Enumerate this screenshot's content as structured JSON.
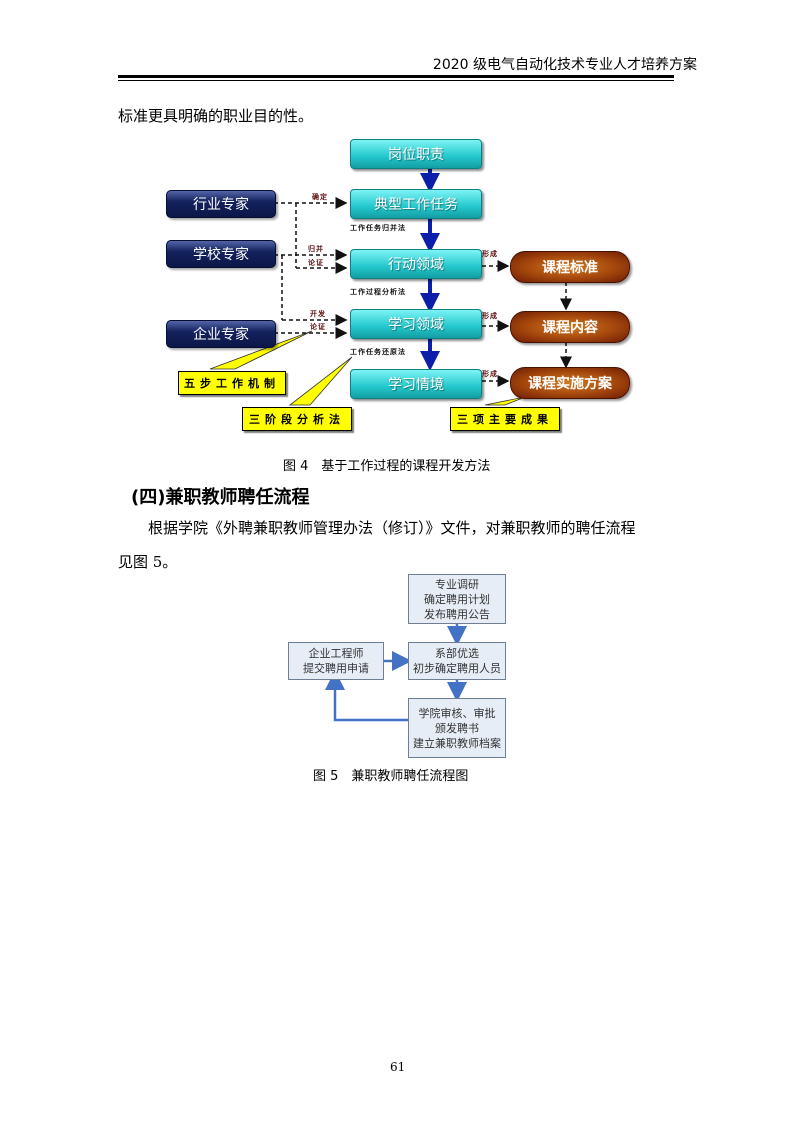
{
  "header": {
    "title": "2020 级电气自动化技术专业人才培养方案"
  },
  "intro_text": "标准更具明确的职业目的性。",
  "figure4": {
    "main_chain": [
      "岗位职责",
      "典型工作任务",
      "行动领域",
      "学习领域",
      "学习情境"
    ],
    "experts": [
      "行业专家",
      "学校专家",
      "企业专家"
    ],
    "outcomes": [
      "课程标准",
      "课程内容",
      "课程实施方案"
    ],
    "method_labels": [
      "工作任务归并法",
      "工作过程分析法",
      "工作任务还原法"
    ],
    "edge_labels": {
      "determine": "确定",
      "merge": "归并",
      "demonstrate1": "论证",
      "develop": "开发",
      "demonstrate2": "论证",
      "form1": "形成",
      "form2": "形成",
      "form3": "形成"
    },
    "callouts": [
      "五步工作机制",
      "三阶段分析法",
      "三项主要成果"
    ],
    "caption": "图 4　基于工作过程的课程开发方法"
  },
  "section": {
    "heading": "(四)兼职教师聘任流程",
    "body_line1": "根据学院《外聘兼职教师管理办法（修订）》文件，对兼职教师的聘任流程",
    "body_line2": "见图 5。"
  },
  "figure5": {
    "boxes": {
      "research": [
        "专业调研",
        "确定聘用计划",
        "发布聘用公告"
      ],
      "apply": [
        "企业工程师",
        "提交聘用申请"
      ],
      "select": [
        "系部优选",
        "初步确定聘用人员"
      ],
      "approve": [
        "学院审核、审批",
        "颁发聘书",
        "建立兼职教师档案"
      ]
    },
    "caption": "图 5　兼职教师聘任流程图",
    "arrow_color": "#4472c4"
  },
  "page_number": "61"
}
